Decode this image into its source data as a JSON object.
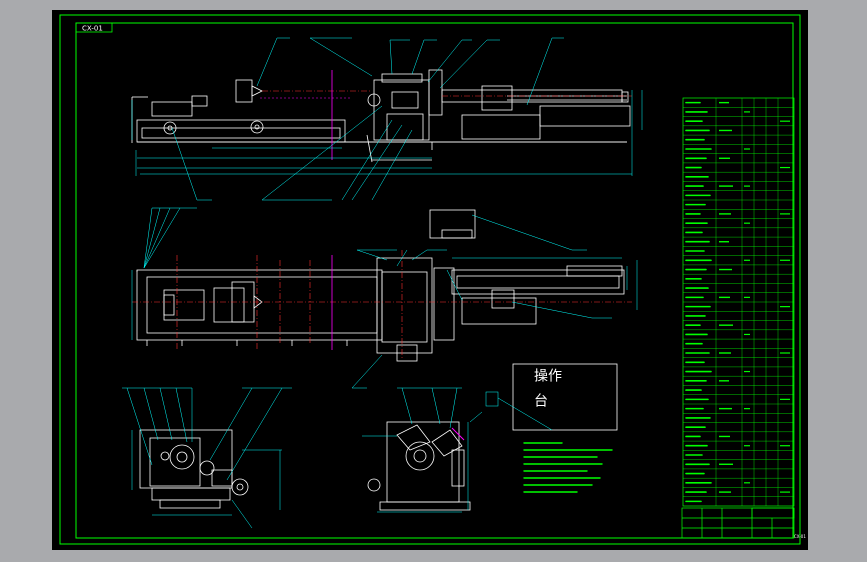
{
  "sheet": {
    "code": "CX-01",
    "colors": {
      "background": "#000000",
      "frame": "#00ff00",
      "geometry": "#ffffff",
      "dimension": "#00ffff",
      "center": "#ff3030",
      "fill_line": "#ff00ff",
      "note": "#00ff00",
      "table_text": "#00ff00",
      "viewport_bg": "#a9aaad"
    }
  },
  "panel": {
    "title_line1": "操作",
    "title_line2": "台"
  },
  "title_block": {
    "drawing_number": "CX-01"
  }
}
